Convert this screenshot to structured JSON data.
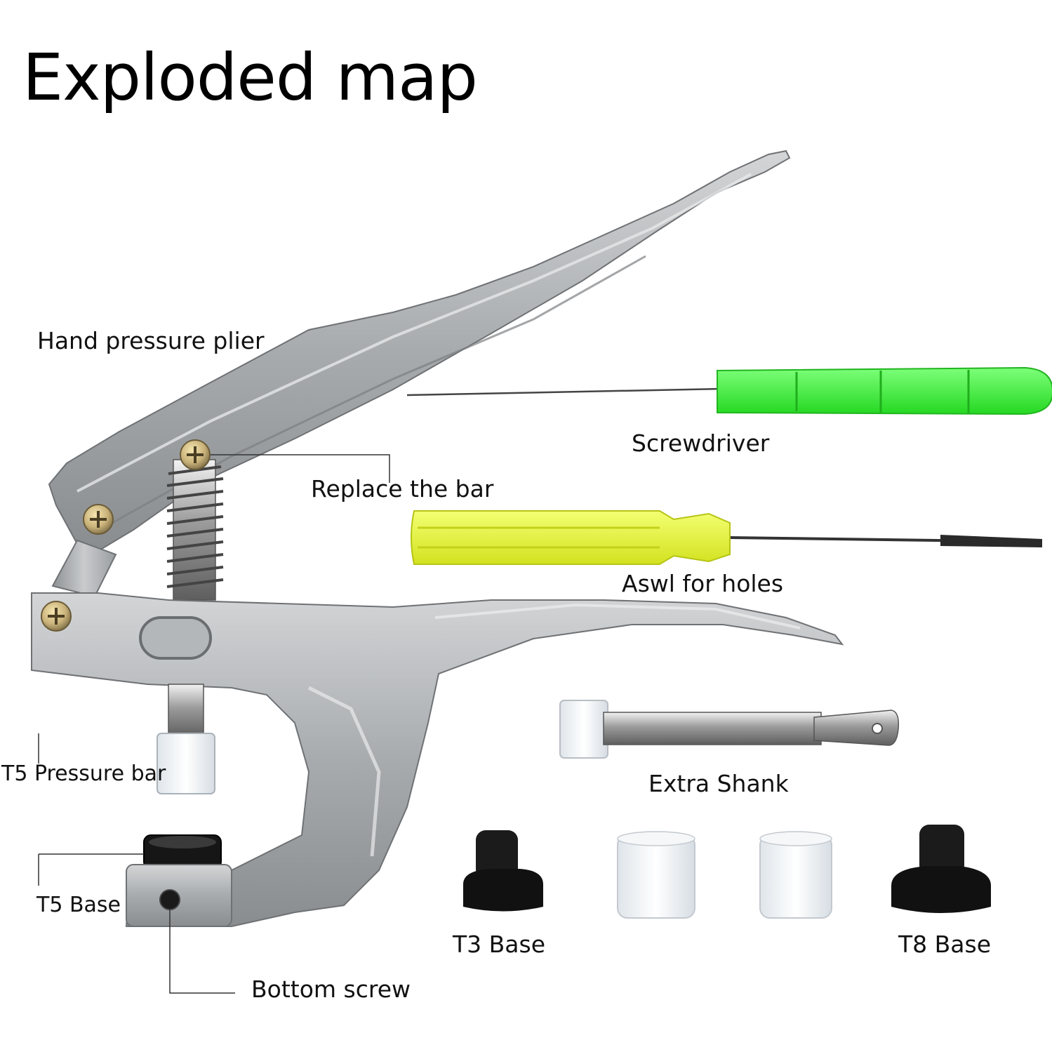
{
  "title": "Exploded map",
  "labels": {
    "hand_pressure_plier": "Hand pressure plier",
    "screwdriver": "Screwdriver",
    "replace_the_bar": "Replace the bar",
    "aswl_for_holes": "Aswl for holes",
    "t5_pressure_bar": "T5 Pressure bar",
    "extra_shank": "Extra Shank",
    "t5_base": "T5 Base",
    "t3_base": "T3 Base",
    "t8_base": "T8 Base",
    "bottom_screw": "Bottom screw"
  },
  "colors": {
    "metal": "#a9abad",
    "metal_dark": "#7d8083",
    "awl_handle": "#3df03a",
    "screwdriver_handle": "#e6f53a",
    "rubber": "#141414",
    "clear_plastic": "#eef2f5"
  }
}
